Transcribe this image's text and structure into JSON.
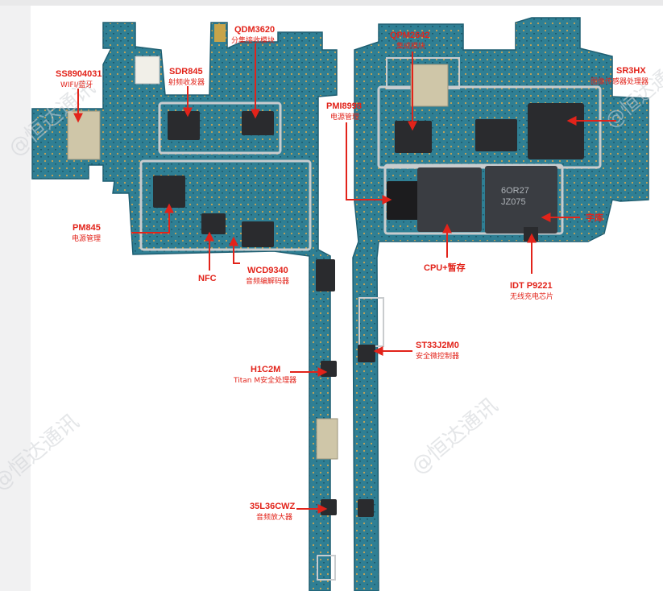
{
  "watermark": "@恒达通讯",
  "colors": {
    "label": "#e2231a",
    "pcb": "#2f7f94",
    "pcb_dark": "#1f5f72",
    "shield": "#c9ccce",
    "chip": "#2a2b2e"
  },
  "labels": {
    "ss8904031": {
      "name": "SS8904031",
      "desc": "WIFI/蓝牙"
    },
    "sdr845": {
      "name": "SDR845",
      "desc": "射频收发器"
    },
    "qdm3620": {
      "name": "QDM3620",
      "desc": "分集接收模块"
    },
    "qpm2642": {
      "name": "QPM2642",
      "desc": "集成模块"
    },
    "sr3hx": {
      "name": "SR3HX",
      "desc": "图像传感器处理器"
    },
    "pmi8998": {
      "name": "PMI8998",
      "desc": "电源管理"
    },
    "pm845": {
      "name": "PM845",
      "desc": "电源管理"
    },
    "nfc": {
      "name": "NFC"
    },
    "wcd9340": {
      "name": "WCD9340",
      "desc": "音频编解码器"
    },
    "cpu": {
      "name": "CPU+暂存"
    },
    "font": {
      "name": "字库"
    },
    "idt": {
      "name": "IDT P9221",
      "desc": "无线充电芯片"
    },
    "st33": {
      "name": "ST33J2M0",
      "desc": "安全微控制器"
    },
    "h1c2m": {
      "name": "H1C2M",
      "desc": "Titan M安全处理器"
    },
    "l36": {
      "name": "35L36CWZ",
      "desc": "音频放大器"
    }
  },
  "chip_markings": {
    "cpu_top": "6OR27",
    "cpu_bottom": "JZ075"
  }
}
